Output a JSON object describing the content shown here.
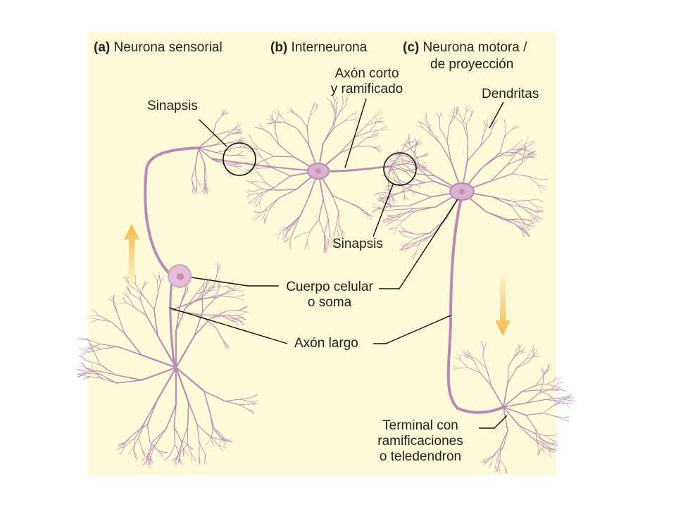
{
  "colors": {
    "background": "#fefbd9",
    "neuron": "#b98ab4",
    "arrow": "#f5c46a",
    "text": "#222222"
  },
  "headings": {
    "a_letter": "(a)",
    "a_text": "Neurona sensorial",
    "b_letter": "(b)",
    "b_text": "Interneurona",
    "c_letter": "(c)",
    "c_text_line1": "Neurona motora /",
    "c_text_line2": "de proyección"
  },
  "labels": {
    "axon_corto_1": "Axón corto",
    "axon_corto_2": "y ramificado",
    "dendritas": "Dendritas",
    "sinapsis_top": "Sinapsis",
    "sinapsis_bottom": "Sinapsis",
    "cuerpo_1": "Cuerpo celular",
    "cuerpo_2": "o soma",
    "axon_largo": "Axón largo",
    "terminal_1": "Terminal con",
    "terminal_2": "ramificaciones",
    "terminal_3": "o teledendron"
  }
}
